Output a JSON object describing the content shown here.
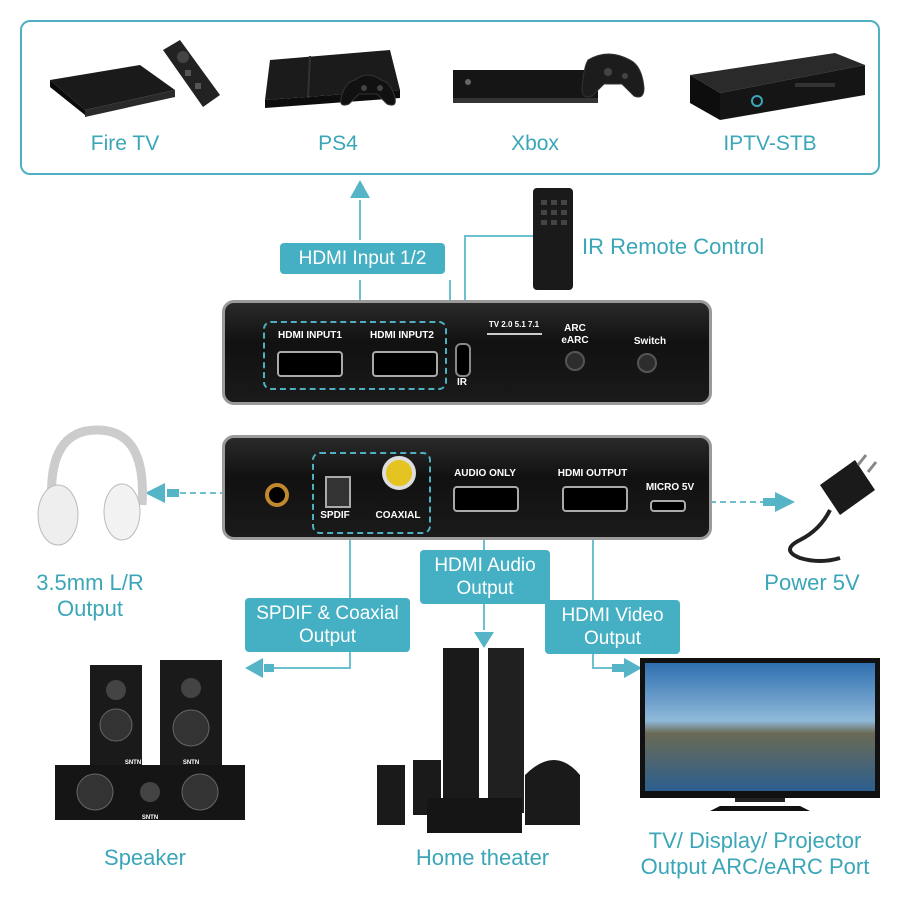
{
  "sources": [
    {
      "id": "firetv",
      "label": "Fire TV",
      "icon": "fire-tv-icon"
    },
    {
      "id": "ps4",
      "label": "PS4",
      "icon": "ps4-console-icon"
    },
    {
      "id": "xbox",
      "label": "Xbox",
      "icon": "xbox-console-icon"
    },
    {
      "id": "iptv",
      "label": "IPTV-STB",
      "icon": "set-top-box-icon"
    }
  ],
  "tags": {
    "hdmi_input": "HDMI Input 1/2",
    "spdif_coax": "SPDIF & Coaxial Output",
    "hdmi_audio": "HDMI Audio Output",
    "hdmi_video": "HDMI Video Output"
  },
  "captions": {
    "ir_remote": "IR Remote Control",
    "headphone": "3.5mm L/R Output",
    "power": "Power 5V",
    "speaker": "Speaker",
    "home_theater": "Home theater",
    "tv": "TV/ Display/ Projector Output ARC/eARC Port"
  },
  "front_panel": {
    "in1": "HDMI INPUT1",
    "in2": "HDMI INPUT2",
    "ir": "IR",
    "tv_mode": "TV 2.0 5.1 7.1",
    "arc": "ARC eARC",
    "switch": "Switch"
  },
  "back_panel": {
    "spdif": "SPDIF",
    "coaxial": "COAXIAL",
    "audio_only": "AUDIO ONLY",
    "hdmi_output": "HDMI OUTPUT",
    "micro5v": "MICRO 5V"
  },
  "speaker_brand": "SNTN",
  "colors": {
    "accent": "#45b0c3",
    "frame": "#4eb0c2",
    "device": "#151515"
  }
}
